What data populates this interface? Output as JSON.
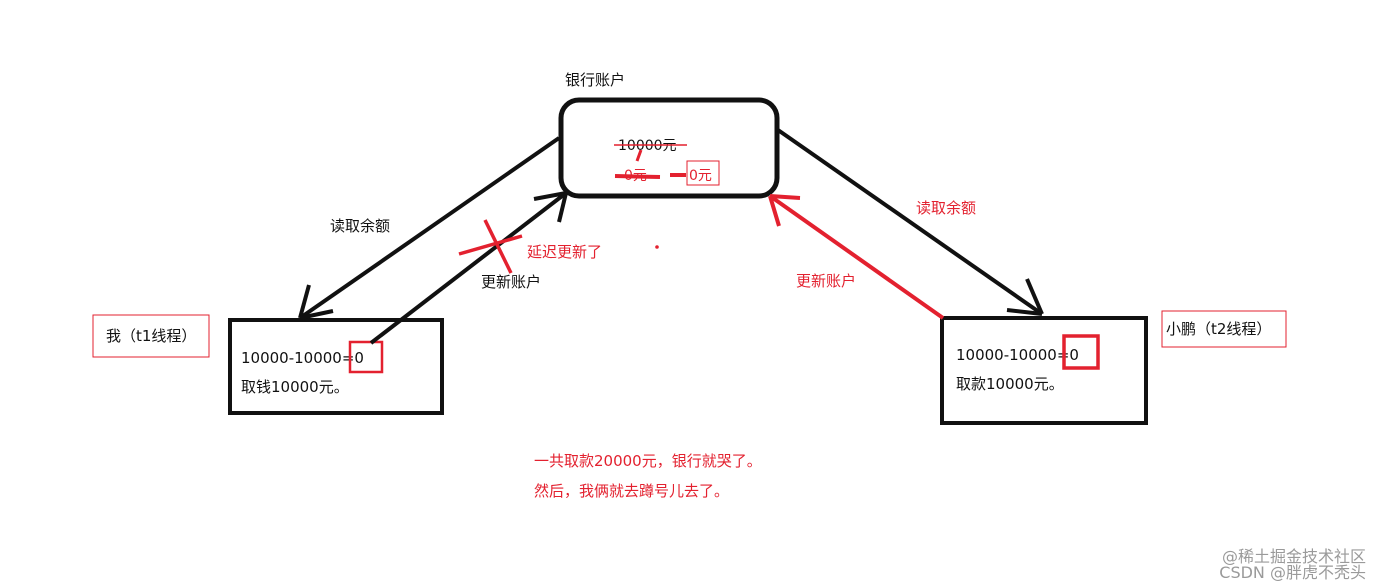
{
  "bank": {
    "title": "银行账户",
    "original_balance": "10000元",
    "first_new_balance": "0元",
    "second_new_balance": "0元"
  },
  "thread1": {
    "label": "我（t1线程）",
    "calc": "10000-10000=0",
    "action": "取钱10000元。"
  },
  "thread2": {
    "label": "小鹏（t2线程）",
    "calc": "10000-10000=0",
    "action": "取款10000元。"
  },
  "arrows": {
    "read_left": "读取余额",
    "update_left": "更新账户",
    "delayed": "延迟更新了",
    "read_right": "读取余额",
    "update_right": "更新账户"
  },
  "summary": {
    "line1": "一共取款20000元，银行就哭了。",
    "line2": "然后，我俩就去蹲号儿去了。"
  },
  "watermark": {
    "line1": "@稀土掘金技术社区",
    "line2": "CSDN @胖虎不秃头"
  },
  "colors": {
    "ink": "#111111",
    "red": "#e3212f"
  }
}
